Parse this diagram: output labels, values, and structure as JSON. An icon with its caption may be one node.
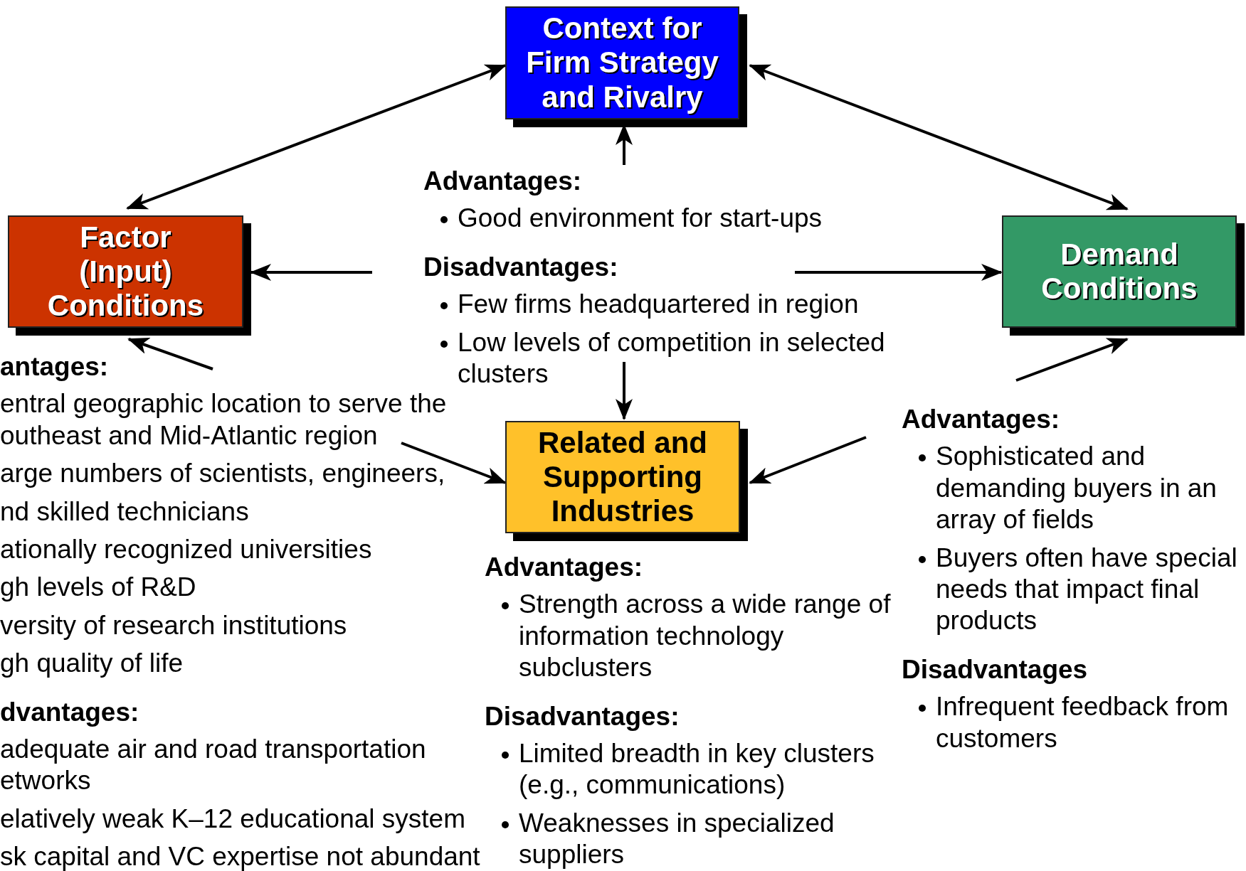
{
  "diagram": {
    "nodes": [
      {
        "text": [
          "Context for Firm Strategy and Rivalry"
        ]
      },
      {
        "text": [
          "Factor (Input) Conditions"
        ]
      },
      {
        "text": [
          "Demand Conditions"
        ]
      },
      {
        "text": [
          "Related and Supporting Industries"
        ]
      },
      {
        "text": [
          "Advantages:",
          "Good environment for start-ups",
          "Disadvantages:",
          "Few firms headquartered in region",
          "Low levels of competition in selected clusters"
        ]
      },
      {
        "text": [
          "antages:",
          "entral geographic location to serve the outheast and Mid-Atlantic region",
          "arge numbers of scientists, engineers,",
          "nd skilled technicians",
          "ationally recognized universities",
          "gh levels of R&D",
          "versity of research institutions",
          "gh quality of life",
          "dvantages:",
          "adequate air and road transportation etworks",
          "elatively weak K–12 educational system",
          "sk capital and VC expertise not abundant"
        ]
      },
      {
        "text": [
          "Advantages:",
          "Sophisticated and demanding buyers in an array of fields",
          "Buyers often have special needs that impact final products",
          "Disadvantages",
          "Infrequent feedback from customers"
        ]
      },
      {
        "text": [
          "Advantages:",
          "Strength across a wide range of information technology subclusters",
          "Disadvantages:",
          "Limited breadth in key clusters (e.g., communications)",
          "Weaknesses in specialized suppliers"
        ]
      }
    ],
    "edges": [
      {
        "from": 1,
        "to": 0,
        "arrow": "both"
      },
      {
        "from": 2,
        "to": 0,
        "arrow": "both"
      },
      {
        "from": 4,
        "to": 0,
        "arrow": "to"
      },
      {
        "from": 4,
        "to": 1,
        "arrow": "to"
      },
      {
        "from": 4,
        "to": 2,
        "arrow": "to"
      },
      {
        "from": 4,
        "to": 3,
        "arrow": "to"
      },
      {
        "from": 5,
        "to": 1,
        "arrow": "to"
      },
      {
        "from": 5,
        "to": 3,
        "arrow": "to"
      },
      {
        "from": 6,
        "to": 2,
        "arrow": "to"
      },
      {
        "from": 6,
        "to": 3,
        "arrow": "to"
      }
    ]
  }
}
